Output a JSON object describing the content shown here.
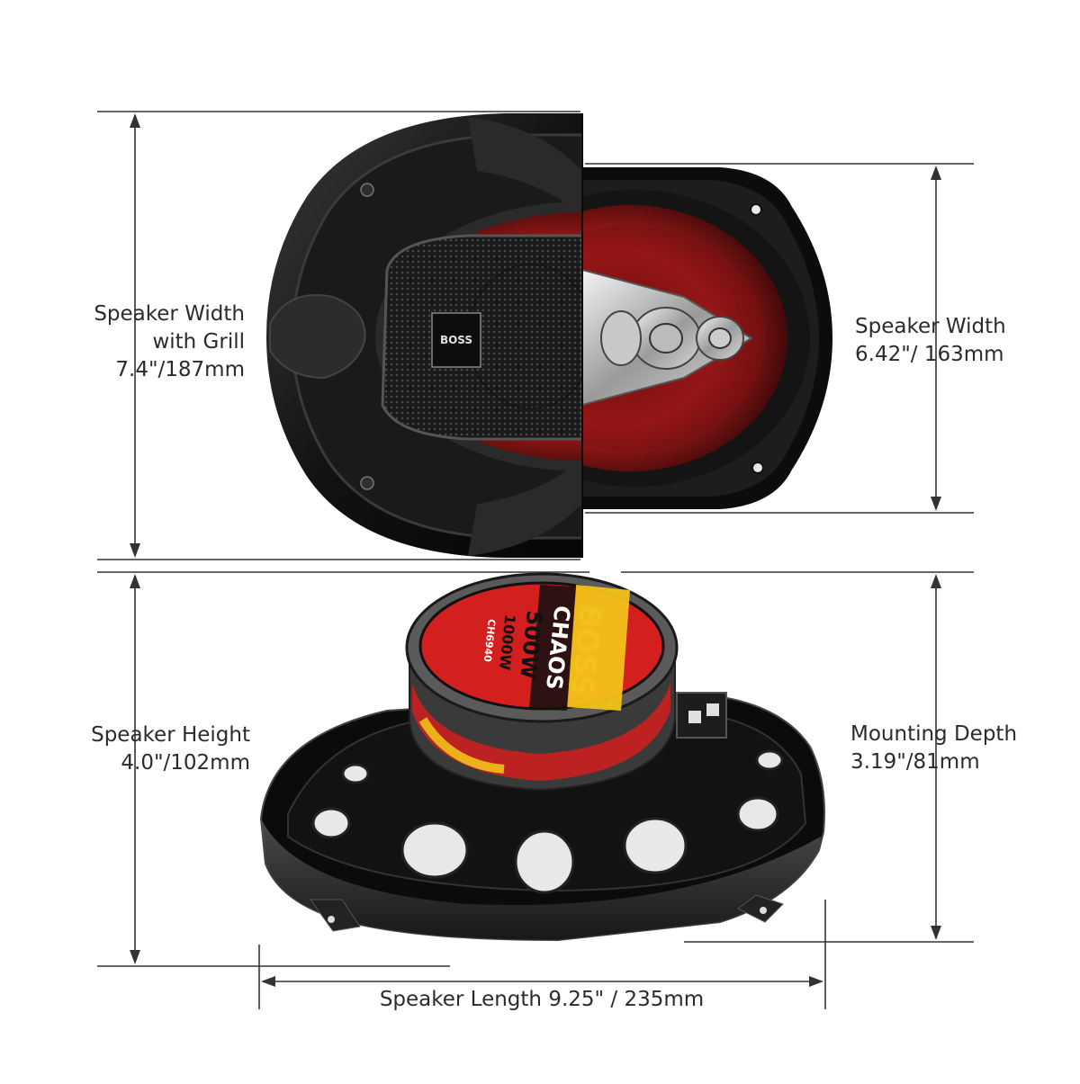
{
  "labels": {
    "width_grill": {
      "line1": "Speaker Width",
      "line2": "with Grill",
      "line3": "7.4\"/187mm"
    },
    "width": {
      "line1": "Speaker Width",
      "line2": "6.42\"/ 163mm"
    },
    "height": {
      "line1": "Speaker Height",
      "line2": "4.0\"/102mm"
    },
    "depth": {
      "line1": "Mounting Depth",
      "line2": "3.19\"/81mm"
    },
    "length": {
      "text": "Speaker Length 9.25\" / 235mm"
    }
  },
  "product_marks": {
    "grill_badge": "BOSS",
    "magnet_brand": "BOSS",
    "magnet_series": "CHAOS",
    "magnet_power": "500W",
    "magnet_power_top": "1000W",
    "magnet_model": "CH6940"
  },
  "colors": {
    "text": "#2b2b2b",
    "line": "#333333",
    "speaker_black": "#111111",
    "cone_red": "#b51d1d",
    "label_red": "#d41f1f",
    "label_yellow": "#f2c21a"
  }
}
